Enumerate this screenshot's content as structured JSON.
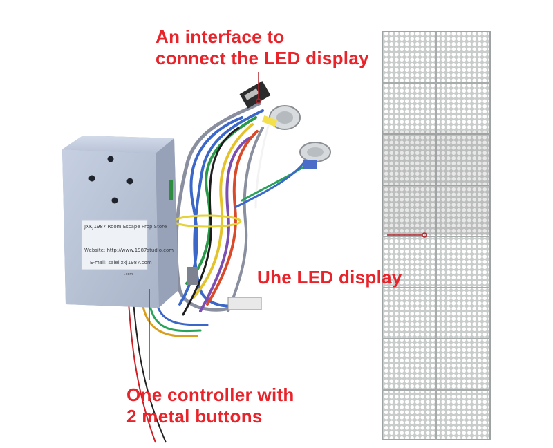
{
  "callouts": {
    "interface_line1": "An interface to",
    "interface_line2": "connect the LED display",
    "led_display": "Uhe LED display",
    "controller_line1": "One controller with",
    "controller_line2": "2 metal buttons"
  },
  "controller_label": {
    "line1": "JXKJ1987 Room Escape Prop Store",
    "line2": "Website: http://www.1987studio.com",
    "line3": "E-mail: saleljxkj1987.com",
    "line4": ".com"
  },
  "colors": {
    "callout_text": "#e8232a",
    "callout_leader": "#b0242a",
    "controller_box": "#b9c4d8",
    "led_background": "#cfd3d2",
    "led_dot": "#ffffff"
  }
}
